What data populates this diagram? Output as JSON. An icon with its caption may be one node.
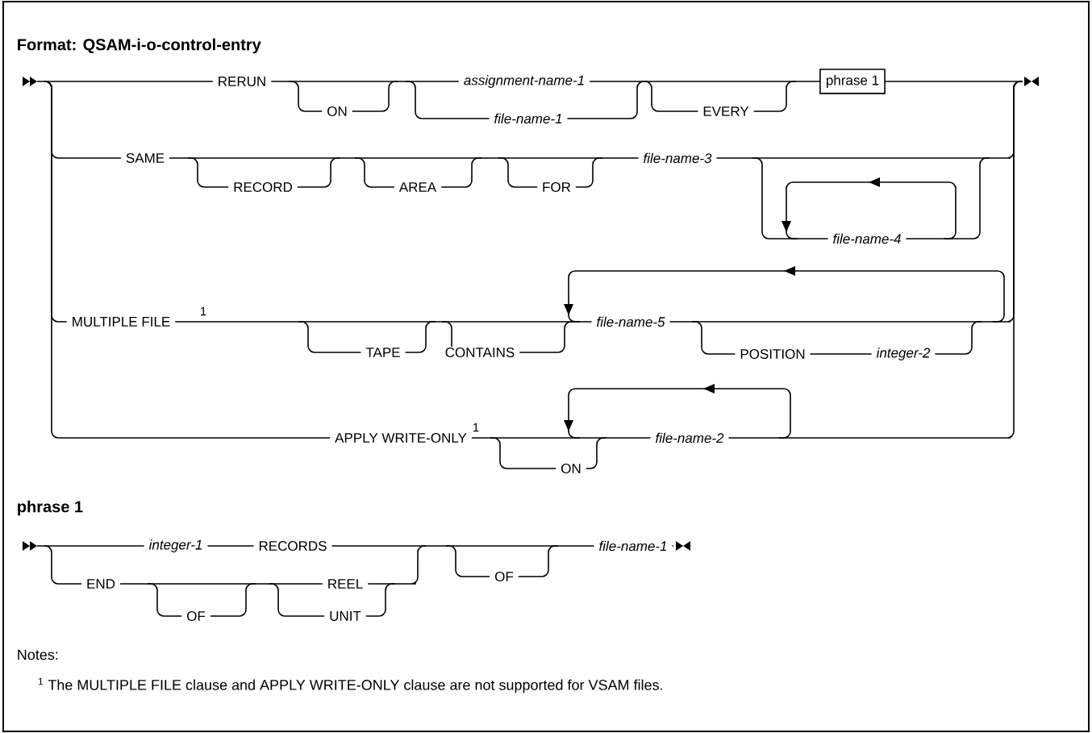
{
  "diagram": {
    "title": "Format: QSAM-i-o-control-entry",
    "nodes": [
      {
        "text": [
          "phrase 1"
        ]
      }
    ],
    "edges": [],
    "labels": [
      "RERUN",
      "ON",
      "assignment-name-1",
      "file-name-1",
      "EVERY",
      "SAME",
      "RECORD",
      "AREA",
      "FOR",
      "file-name-3",
      "file-name-4",
      "MULTIPLE FILE",
      "1",
      "TAPE",
      "CONTAINS",
      "file-name-5",
      "POSITION",
      "integer-2",
      "APPLY WRITE-ONLY",
      "1",
      "ON",
      "file-name-2",
      "phrase 1",
      "integer-1",
      "RECORDS",
      "END",
      "OF",
      "REEL",
      "UNIT",
      "OF",
      "file-name-1",
      "Notes:",
      "$^{1}$ The MULTIPLE FILE clause and APPLY WRITE-ONLY clause are not supported for VSAM files."
    ]
  }
}
